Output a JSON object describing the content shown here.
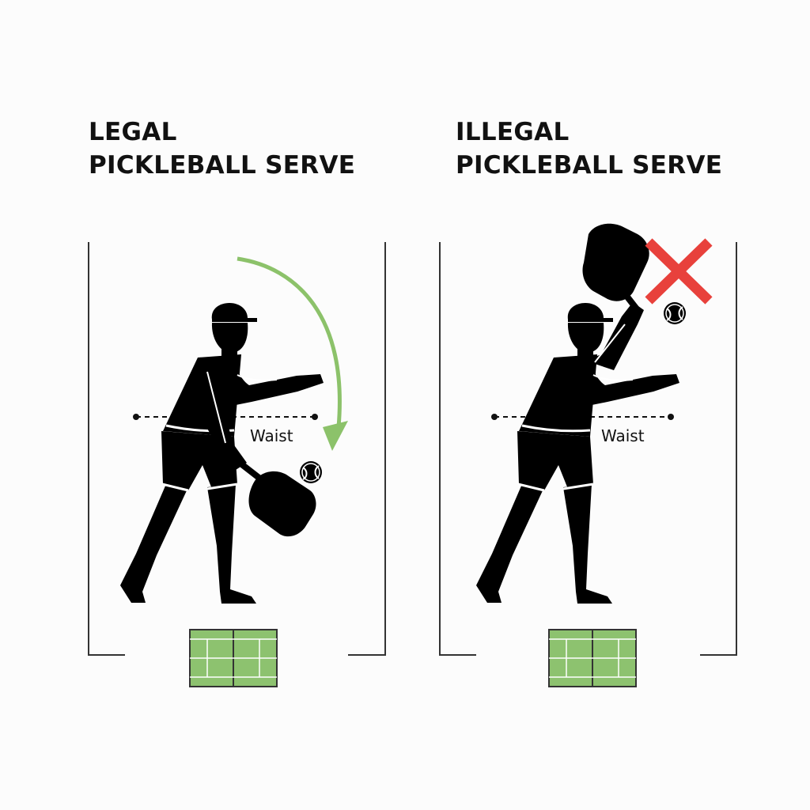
{
  "panels": {
    "legal": {
      "title_line1": "LEGAL",
      "title_line2": "PICKLEBALL SERVE",
      "waist_label": "Waist"
    },
    "illegal": {
      "title_line1": "ILLEGAL",
      "title_line2": "PICKLEBALL SERVE",
      "waist_label": "Waist"
    }
  },
  "colors": {
    "figure": "#000000",
    "arrow": "#8cc26a",
    "cross": "#e8413c",
    "court": "#8dc26f",
    "court_lines": "#ffffff",
    "frame": "#333333"
  },
  "icons": {
    "legal_arrow": "curved-arrow-icon",
    "illegal_mark": "red-x-icon",
    "court": "court-icon"
  }
}
